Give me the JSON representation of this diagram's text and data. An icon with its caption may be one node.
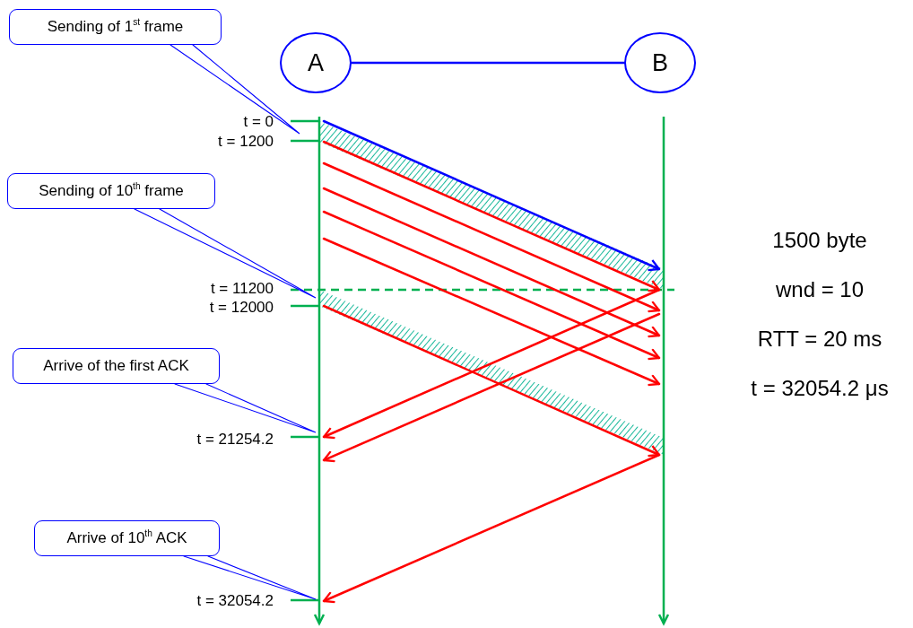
{
  "diagram": {
    "nodes": [
      {
        "text": [
          "A"
        ]
      },
      {
        "text": [
          "B"
        ]
      },
      {
        "text": [
          "Sending of 1$^{st}$ frame"
        ]
      },
      {
        "text": [
          "Sending of 10$^{th}$ frame"
        ]
      },
      {
        "text": [
          "Arrive of the first ACK"
        ]
      },
      {
        "text": [
          "Arrive of 10$^{th}$ ACK"
        ]
      },
      {
        "text": [],
        "shape": "line"
      },
      {
        "text": [],
        "shape": "line"
      }
    ],
    "edges": [
      {
        "from": 0,
        "to": 1,
        "arrow": "none",
        "color": "#0000ff"
      },
      {
        "from": 2,
        "to": null,
        "arrow": "none",
        "color": "#0000ff"
      },
      {
        "from": 3,
        "to": null,
        "arrow": "none",
        "color": "#0000ff"
      },
      {
        "from": 4,
        "to": null,
        "arrow": "none",
        "color": "#0000ff"
      },
      {
        "from": 5,
        "to": null,
        "arrow": "none",
        "color": "#0000ff"
      },
      {
        "from": 6,
        "to": 7,
        "arrow": "to",
        "color": "#0000ff"
      },
      {
        "from": 6,
        "to": 7,
        "arrow": "to"
      },
      {
        "from": 6,
        "to": 7,
        "arrow": "to"
      },
      {
        "from": 6,
        "to": 7,
        "arrow": "to"
      },
      {
        "from": 6,
        "to": 7,
        "arrow": "to"
      },
      {
        "from": 6,
        "to": 7,
        "arrow": "to"
      },
      {
        "from": 6,
        "to": 7,
        "arrow": "to"
      },
      {
        "from": 7,
        "to": 6,
        "arrow": "to"
      },
      {
        "from": 7,
        "to": 6,
        "arrow": "to"
      },
      {
        "from": 7,
        "to": 6,
        "arrow": "to"
      }
    ],
    "labels": [
      "t = 0",
      "t = 1200",
      "t = 11200",
      "t = 12000",
      "t = 21254.2",
      "t = 32054.2",
      "1500 byte",
      "wnd = 10",
      "RTT = 20 ms",
      "t = 32054.2 μs"
    ]
  }
}
